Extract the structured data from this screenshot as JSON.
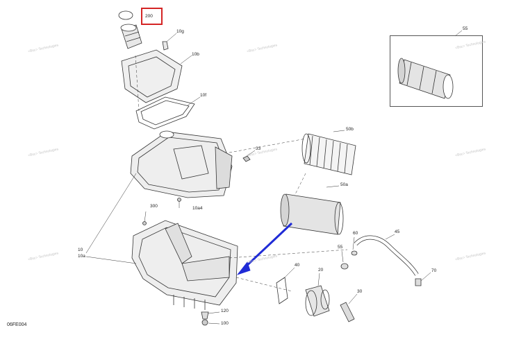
{
  "diagram": {
    "figure_code": "06FE004",
    "highlighted_label": "200",
    "labels": [
      "10g",
      "10b",
      "10f",
      "55",
      "50b",
      "33",
      "50a",
      "300",
      "10a4",
      "10",
      "10a",
      "60",
      "45",
      "55",
      "40",
      "20",
      "70",
      "30",
      "120",
      "100"
    ],
    "watermarks": [
      "<Bsc> Technologies",
      "<Bsc> Technologies",
      "<Bsc> Technologies",
      "<Bsc> Technologies",
      "<Bsc> Technologies",
      "<Bsc> Technologies",
      "<Bsc> Technologies",
      "<Bsc> Technologies",
      "<Bsc> Technologies"
    ]
  },
  "colors": {
    "line": "#333333",
    "highlight_box": "#d42424",
    "arrow": "#1f2bd6",
    "part_fill": "#e8e8e8"
  }
}
